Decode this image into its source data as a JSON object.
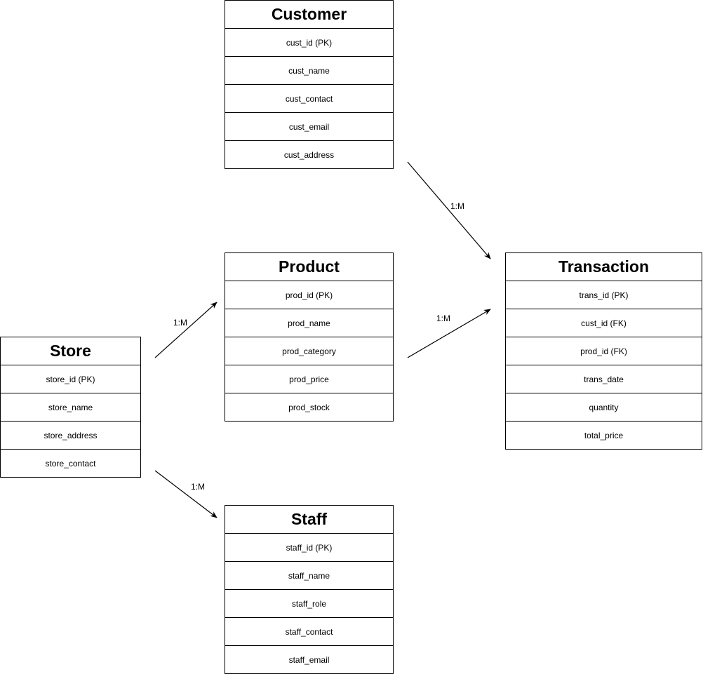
{
  "entities": {
    "customer": {
      "title": "Customer",
      "attributes": [
        "cust_id (PK)",
        "cust_name",
        "cust_contact",
        "cust_email",
        "cust_address"
      ]
    },
    "product": {
      "title": "Product",
      "attributes": [
        "prod_id (PK)",
        "prod_name",
        "prod_category",
        "prod_price",
        "prod_stock"
      ]
    },
    "transaction": {
      "title": "Transaction",
      "attributes": [
        "trans_id (PK)",
        "cust_id (FK)",
        "prod_id (FK)",
        "trans_date",
        "quantity",
        "total_price"
      ]
    },
    "store": {
      "title": "Store",
      "attributes": [
        "store_id (PK)",
        "store_name",
        "store_address",
        "store_contact"
      ]
    },
    "staff": {
      "title": "Staff",
      "attributes": [
        "staff_id (PK)",
        "staff_name",
        "staff_role",
        "staff_contact",
        "staff_email"
      ]
    }
  },
  "relationships": {
    "customer_transaction": {
      "from": "Customer",
      "to": "Transaction",
      "label": "1:M"
    },
    "product_transaction": {
      "from": "Product",
      "to": "Transaction",
      "label": "1:M"
    },
    "store_product": {
      "from": "Store",
      "to": "Product",
      "label": "1:M"
    },
    "store_staff": {
      "from": "Store",
      "to": "Staff",
      "label": "1:M"
    }
  }
}
